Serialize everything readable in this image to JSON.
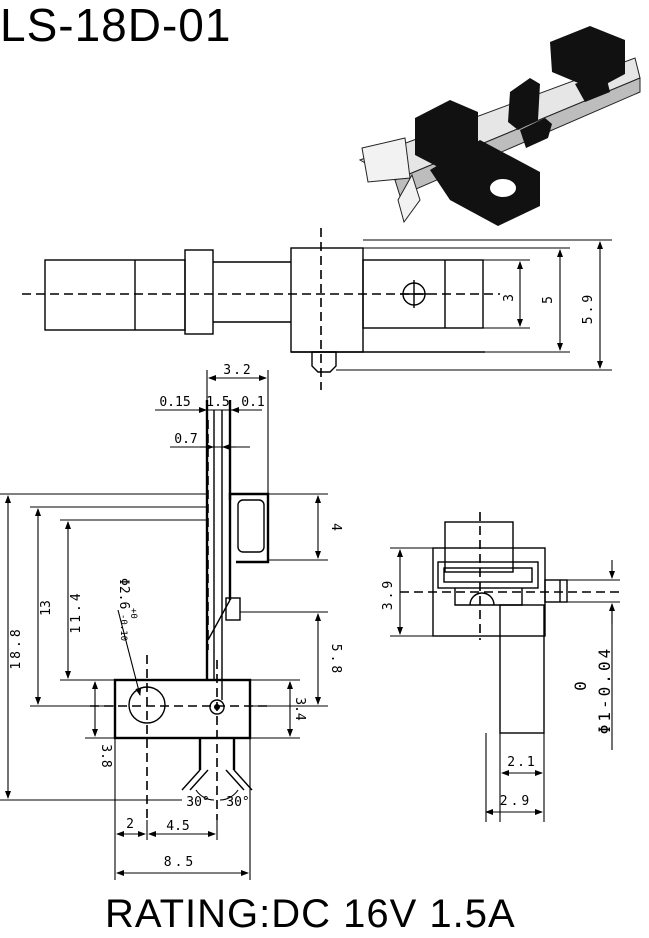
{
  "title": "LS-18D-01",
  "rating": "RATING:DC 16V 1.5A",
  "side_view": {
    "dim_3": "3",
    "dim_5": "5",
    "dim_5_9": "5.9"
  },
  "front_view": {
    "dim_3_2": "3.2",
    "dim_0_15": "0.15",
    "dim_1_5": "1.5",
    "dim_0_1": "0.1",
    "dim_0_7": "0.7",
    "dim_4": "4",
    "dim_5_8": "5.8",
    "dim_3_4": "3.4",
    "dim_13": "13",
    "dim_11_4": "11.4",
    "dim_18_8": "18.8",
    "dim_3_8": "3.8",
    "hole_label": "Φ2.6",
    "hole_tol_upper": "+0",
    "hole_tol_lower": "-0.10",
    "angle_left": "30°",
    "angle_right": "30°",
    "dim_2": "2",
    "dim_4_5": "4.5",
    "dim_8_5": "8.5"
  },
  "end_view": {
    "dim_3_9": "3.9",
    "dim_2_1": "2.1",
    "dim_2_9": "2.9",
    "pin_label": "Φ1-0.04",
    "pin_tol": "0"
  }
}
